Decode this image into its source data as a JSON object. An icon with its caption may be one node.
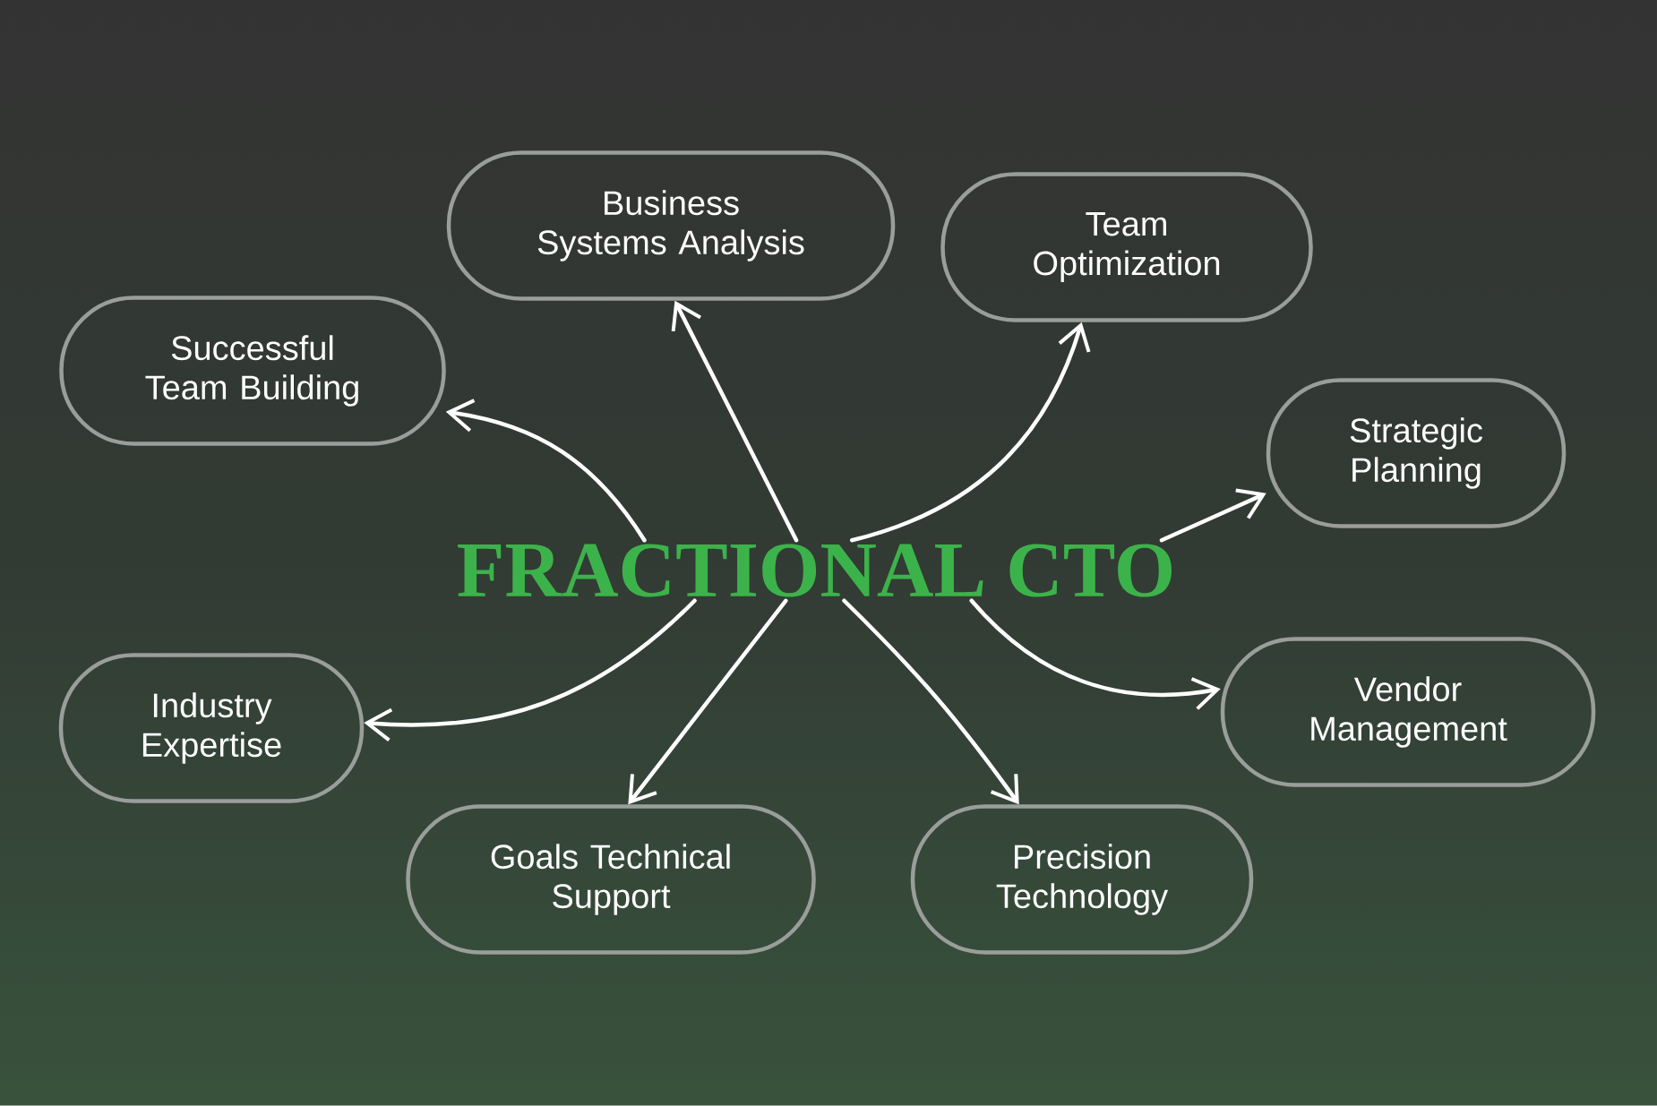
{
  "diagram": {
    "nodes": [
      {
        "text": [
          "FRACTIONAL CTO"
        ]
      },
      {
        "text": [
          "Successful Team Building"
        ]
      },
      {
        "text": [
          "Business Systems Analysis"
        ]
      },
      {
        "text": [
          "Team Optimization"
        ]
      },
      {
        "text": [
          "Strategic Planning"
        ]
      },
      {
        "text": [
          "Industry Expertise"
        ]
      },
      {
        "text": [
          "Vendor Management"
        ]
      },
      {
        "text": [
          "Goals Technical Support"
        ]
      },
      {
        "text": [
          "Precision Technology"
        ]
      }
    ],
    "edges": [
      {
        "from": 0,
        "to": 1,
        "arrow": "to"
      },
      {
        "from": 0,
        "to": 2,
        "arrow": "to"
      },
      {
        "from": 0,
        "to": 3,
        "arrow": "to"
      },
      {
        "from": 0,
        "to": 4,
        "arrow": "to"
      },
      {
        "from": 0,
        "to": 5,
        "arrow": "to"
      },
      {
        "from": 0,
        "to": 6,
        "arrow": "to"
      },
      {
        "from": 0,
        "to": 7,
        "arrow": "to"
      },
      {
        "from": 0,
        "to": 8,
        "arrow": "to"
      }
    ]
  }
}
